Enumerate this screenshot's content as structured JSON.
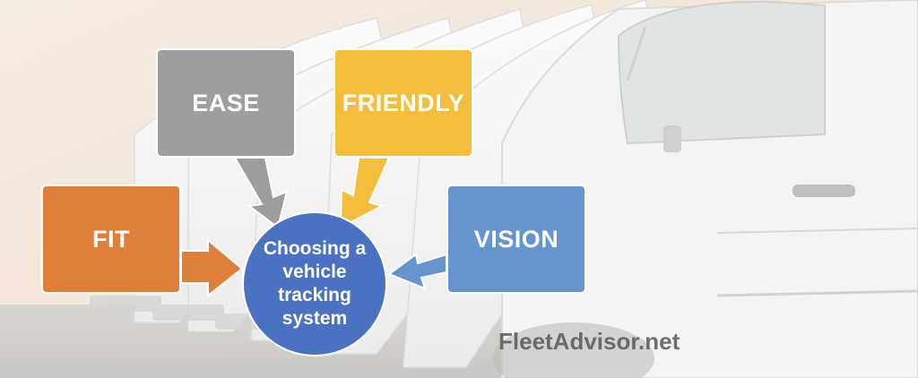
{
  "colors": {
    "ease": "#9e9e9e",
    "friendly": "#f5bd3c",
    "fit": "#e07e3c",
    "vision": "#6694cf",
    "center": "#4b72c2"
  },
  "boxes": {
    "ease": "EASE",
    "friendly": "FRIENDLY",
    "fit": "FIT",
    "vision": "VISION"
  },
  "center": {
    "label": "Choosing a vehicle tracking system"
  },
  "brand": {
    "name": "FleetAdvisor.net"
  },
  "background": {
    "subject": "row of white vans"
  }
}
